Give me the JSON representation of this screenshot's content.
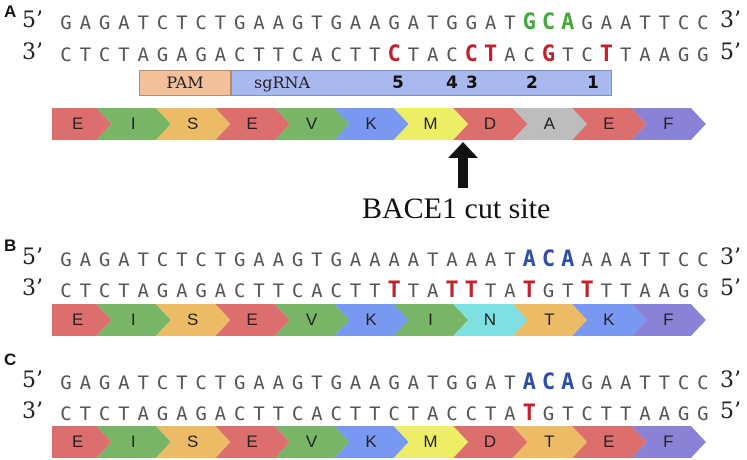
{
  "panels": [
    {
      "label": "A",
      "top": {
        "prime_left": "5’",
        "seq": "GAGATCTCTGAAGTGAAGATGGATGCAGAATTCC",
        "prime_right": "3’",
        "colored": {
          "24": "green",
          "25": "green",
          "26": "green"
        }
      },
      "bottom": {
        "prime_left": "3’",
        "seq": "CTCTAGAGACTTCACTTCTACCTACGTCTTAAGG",
        "prime_right": "5’",
        "colored": {
          "17": "red",
          "21": "red",
          "22": "red",
          "25": "red",
          "28": "red"
        }
      },
      "annot": {
        "pam": "PAM",
        "sgrna": "sgRNA",
        "positions": [
          "5",
          "4",
          "3",
          "2",
          "1"
        ]
      },
      "aa": [
        "E",
        "I",
        "S",
        "E",
        "V",
        "K",
        "M",
        "D",
        "A",
        "E",
        "F"
      ],
      "cut_label": "BACE1 cut site"
    },
    {
      "label": "B",
      "top": {
        "prime_left": "5’",
        "seq": "GAGATCTCTGAAGTGAAAATAAATACAAAATTCC",
        "prime_right": "3’",
        "colored": {
          "24": "blue",
          "25": "blue",
          "26": "blue"
        }
      },
      "bottom": {
        "prime_left": "3’",
        "seq": "CTCTAGAGACTTCACTTTTATTTATGTTTTAAGG",
        "prime_right": "5’",
        "colored": {
          "17": "red",
          "20": "red",
          "21": "red",
          "24": "red",
          "27": "red"
        }
      },
      "aa": [
        "E",
        "I",
        "S",
        "E",
        "V",
        "K",
        "I",
        "N",
        "T",
        "K",
        "F"
      ]
    },
    {
      "label": "C",
      "top": {
        "prime_left": "5’",
        "seq": "GAGATCTCTGAAGTGAAGATGGATACAGAATTCC",
        "prime_right": "3’",
        "colored": {
          "24": "blue",
          "25": "blue",
          "26": "blue"
        }
      },
      "bottom": {
        "prime_left": "3’",
        "seq": "CTCTAGAGACTTCACTTCTACCTATGTCTTAAGG",
        "prime_right": "5’",
        "colored": {
          "24": "red"
        }
      },
      "aa": [
        "E",
        "I",
        "S",
        "E",
        "V",
        "K",
        "M",
        "D",
        "T",
        "E",
        "F"
      ]
    }
  ],
  "colors": {
    "E": "#dd6e6e",
    "I": "#78b567",
    "S": "#ecbb65",
    "V": "#78b567",
    "K": "#7898f2",
    "M": "#eeee66",
    "D": "#dd6e6e",
    "A": "#bdbdbd",
    "F": "#8a82d6",
    "N": "#7ee0e0",
    "T": "#ecbb65"
  }
}
